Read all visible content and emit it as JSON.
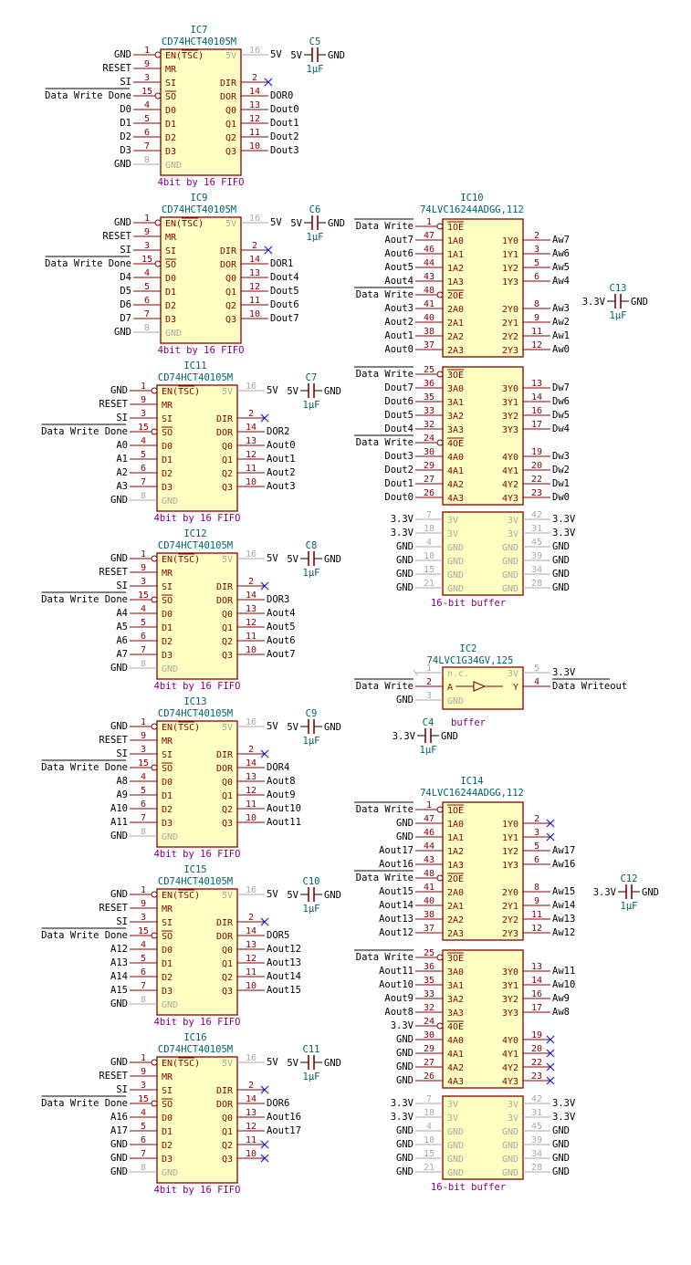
{
  "fifos": [
    {
      "ref": "IC7",
      "value": "CD74HCT40105M",
      "desc": "4bit by 16 FIFO",
      "pwr": "5V",
      "net": {
        "en": "GND",
        "mr": "RESET",
        "si": "SI",
        "so": "Data Write Done",
        "d0": "D0",
        "d1": "D1",
        "d2": "D2",
        "d3": "D3",
        "gnd": "GND",
        "dir": "",
        "dor": "DOR0",
        "q0": "Dout0",
        "q1": "Dout1",
        "q2": "Dout2",
        "q3": "Dout3"
      },
      "nc": [
        "dir"
      ],
      "cap": {
        "ref": "C5",
        "value": "1µF",
        "left": "5V",
        "right": "GND"
      }
    },
    {
      "ref": "IC9",
      "value": "CD74HCT40105M",
      "desc": "4bit by 16 FIFO",
      "pwr": "5V",
      "net": {
        "en": "GND",
        "mr": "RESET",
        "si": "SI",
        "so": "Data Write Done",
        "d0": "D4",
        "d1": "D5",
        "d2": "D6",
        "d3": "D7",
        "gnd": "GND",
        "dir": "",
        "dor": "DOR1",
        "q0": "Dout4",
        "q1": "Dout5",
        "q2": "Dout6",
        "q3": "Dout7"
      },
      "nc": [
        "dir"
      ],
      "cap": {
        "ref": "C6",
        "value": "1µF",
        "left": "5V",
        "right": "GND"
      }
    },
    {
      "ref": "IC11",
      "value": "CD74HCT40105M",
      "desc": "4bit by 16 FIFO",
      "pwr": "5V",
      "net": {
        "en": "GND",
        "mr": "RESET",
        "si": "SI",
        "so": "Data Write Done",
        "d0": "A0",
        "d1": "A1",
        "d2": "A2",
        "d3": "A3",
        "gnd": "GND",
        "dir": "",
        "dor": "DOR2",
        "q0": "Aout0",
        "q1": "Aout1",
        "q2": "Aout2",
        "q3": "Aout3"
      },
      "nc": [
        "dir"
      ],
      "cap": {
        "ref": "C7",
        "value": "1µF",
        "left": "5V",
        "right": "GND"
      }
    },
    {
      "ref": "IC12",
      "value": "CD74HCT40105M",
      "desc": "4bit by 16 FIFO",
      "pwr": "5V",
      "net": {
        "en": "GND",
        "mr": "RESET",
        "si": "SI",
        "so": "Data Write Done",
        "d0": "A4",
        "d1": "A5",
        "d2": "A6",
        "d3": "A7",
        "gnd": "GND",
        "dir": "",
        "dor": "DOR3",
        "q0": "Aout4",
        "q1": "Aout5",
        "q2": "Aout6",
        "q3": "Aout7"
      },
      "nc": [
        "dir"
      ],
      "cap": {
        "ref": "C8",
        "value": "1µF",
        "left": "5V",
        "right": "GND"
      }
    },
    {
      "ref": "IC13",
      "value": "CD74HCT40105M",
      "desc": "4bit by 16 FIFO",
      "pwr": "5V",
      "net": {
        "en": "GND",
        "mr": "RESET",
        "si": "SI",
        "so": "Data Write Done",
        "d0": "A8",
        "d1": "A9",
        "d2": "A10",
        "d3": "A11",
        "gnd": "GND",
        "dir": "",
        "dor": "DOR4",
        "q0": "Aout8",
        "q1": "Aout9",
        "q2": "Aout10",
        "q3": "Aout11"
      },
      "nc": [
        "dir"
      ],
      "cap": {
        "ref": "C9",
        "value": "1µF",
        "left": "5V",
        "right": "GND"
      }
    },
    {
      "ref": "IC15",
      "value": "CD74HCT40105M",
      "desc": "4bit by 16 FIFO",
      "pwr": "5V",
      "net": {
        "en": "GND",
        "mr": "RESET",
        "si": "SI",
        "so": "Data Write Done",
        "d0": "A12",
        "d1": "A13",
        "d2": "A14",
        "d3": "A15",
        "gnd": "GND",
        "dir": "",
        "dor": "DOR5",
        "q0": "Aout12",
        "q1": "Aout13",
        "q2": "Aout14",
        "q3": "Aout15"
      },
      "nc": [
        "dir"
      ],
      "cap": {
        "ref": "C10",
        "value": "1µF",
        "left": "5V",
        "right": "GND"
      }
    },
    {
      "ref": "IC16",
      "value": "CD74HCT40105M",
      "desc": "4bit by 16 FIFO",
      "pwr": "5V",
      "net": {
        "en": "GND",
        "mr": "RESET",
        "si": "SI",
        "so": "Data Write Done",
        "d0": "A16",
        "d1": "A17",
        "d2": "GND",
        "d3": "GND",
        "gnd": "GND",
        "dir": "",
        "dor": "DOR6",
        "q0": "Aout16",
        "q1": "Aout17",
        "q2": "",
        "q3": ""
      },
      "nc": [
        "dir",
        "q2",
        "q3"
      ],
      "cap": {
        "ref": "C11",
        "value": "1µF",
        "left": "5V",
        "right": "GND"
      }
    }
  ],
  "fifo_pins": {
    "left": [
      {
        "key": "en",
        "num": "1",
        "name": "EN(TSC)",
        "bar": "TSC",
        "bubble": true
      },
      {
        "key": "mr",
        "num": "9",
        "name": "MR"
      },
      {
        "key": "si",
        "num": "3",
        "name": "SI"
      },
      {
        "key": "so",
        "num": "15",
        "name": "SO",
        "bar": "SO",
        "bubble": true
      },
      {
        "key": "d0",
        "num": "4",
        "name": "D0"
      },
      {
        "key": "d1",
        "num": "5",
        "name": "D1"
      },
      {
        "key": "d2",
        "num": "6",
        "name": "D2"
      },
      {
        "key": "d3",
        "num": "7",
        "name": "D3"
      },
      {
        "key": "gnd",
        "num": "8",
        "name": "GND",
        "dim": true
      }
    ],
    "right": [
      {
        "key": "pwr",
        "num": "16",
        "name": "5V",
        "dim": true
      },
      {
        "key": "dir",
        "num": "2",
        "name": "DIR"
      },
      {
        "key": "dor",
        "num": "14",
        "name": "DOR"
      },
      {
        "key": "q0",
        "num": "13",
        "name": "Q0"
      },
      {
        "key": "q1",
        "num": "12",
        "name": "Q1"
      },
      {
        "key": "q2",
        "num": "11",
        "name": "Q2"
      },
      {
        "key": "q3",
        "num": "10",
        "name": "Q3"
      }
    ]
  },
  "buffers": [
    {
      "ref": "IC10",
      "value": "74LVC16244ADGG,112",
      "desc": "16-bit buffer",
      "units": [
        {
          "left": [
            {
              "num": "1",
              "name": "1OE",
              "bar": true,
              "bubble": true,
              "net": "Data Write",
              "ol": true
            },
            {
              "num": "47",
              "name": "1A0",
              "net": "Aout7"
            },
            {
              "num": "46",
              "name": "1A1",
              "net": "Aout6"
            },
            {
              "num": "44",
              "name": "1A2",
              "net": "Aout5"
            },
            {
              "num": "43",
              "name": "1A3",
              "net": "Aout4"
            },
            {
              "num": "48",
              "name": "2OE",
              "bar": true,
              "bubble": true,
              "net": "Data Write",
              "ol": true
            },
            {
              "num": "41",
              "name": "2A0",
              "net": "Aout3"
            },
            {
              "num": "40",
              "name": "2A1",
              "net": "Aout2"
            },
            {
              "num": "38",
              "name": "2A2",
              "net": "Aout1"
            },
            {
              "num": "37",
              "name": "2A3",
              "net": "Aout0"
            }
          ],
          "right": [
            null,
            {
              "num": "2",
              "name": "1Y0",
              "net": "Aw7"
            },
            {
              "num": "3",
              "name": "1Y1",
              "net": "Aw6"
            },
            {
              "num": "5",
              "name": "1Y2",
              "net": "Aw5"
            },
            {
              "num": "6",
              "name": "1Y3",
              "net": "Aw4"
            },
            null,
            {
              "num": "8",
              "name": "2Y0",
              "net": "Aw3"
            },
            {
              "num": "9",
              "name": "2Y1",
              "net": "Aw2"
            },
            {
              "num": "11",
              "name": "2Y2",
              "net": "Aw1"
            },
            {
              "num": "12",
              "name": "2Y3",
              "net": "Aw0"
            }
          ]
        },
        {
          "left": [
            {
              "num": "25",
              "name": "3OE",
              "bar": true,
              "bubble": true,
              "net": "Data Write",
              "ol": true
            },
            {
              "num": "36",
              "name": "3A0",
              "net": "Dout7"
            },
            {
              "num": "35",
              "name": "3A1",
              "net": "Dout6"
            },
            {
              "num": "33",
              "name": "3A2",
              "net": "Dout5"
            },
            {
              "num": "32",
              "name": "3A3",
              "net": "Dout4"
            },
            {
              "num": "24",
              "name": "4OE",
              "bar": true,
              "bubble": true,
              "net": "Data Write",
              "ol": true
            },
            {
              "num": "30",
              "name": "4A0",
              "net": "Dout3"
            },
            {
              "num": "29",
              "name": "4A1",
              "net": "Dout2"
            },
            {
              "num": "27",
              "name": "4A2",
              "net": "Dout1"
            },
            {
              "num": "26",
              "name": "4A3",
              "net": "Dout0"
            }
          ],
          "right": [
            null,
            {
              "num": "13",
              "name": "3Y0",
              "net": "Dw7"
            },
            {
              "num": "14",
              "name": "3Y1",
              "net": "Dw6"
            },
            {
              "num": "16",
              "name": "3Y2",
              "net": "Dw5"
            },
            {
              "num": "17",
              "name": "3Y3",
              "net": "Dw4"
            },
            null,
            {
              "num": "19",
              "name": "4Y0",
              "net": "Dw3"
            },
            {
              "num": "20",
              "name": "4Y1",
              "net": "Dw2"
            },
            {
              "num": "22",
              "name": "4Y2",
              "net": "Dw1"
            },
            {
              "num": "23",
              "name": "4Y3",
              "net": "Dw0"
            }
          ]
        },
        {
          "left": [
            {
              "num": "7",
              "name": "3V",
              "net": "3.3V"
            },
            {
              "num": "18",
              "name": "3V",
              "net": "3.3V"
            },
            {
              "num": "4",
              "name": "GND",
              "net": "GND"
            },
            {
              "num": "10",
              "name": "GND",
              "net": "GND"
            },
            {
              "num": "15",
              "name": "GND",
              "net": "GND"
            },
            {
              "num": "21",
              "name": "GND",
              "net": "GND"
            }
          ],
          "right": [
            {
              "num": "42",
              "name": "3V",
              "net": "3.3V"
            },
            {
              "num": "31",
              "name": "3V",
              "net": "3.3V"
            },
            {
              "num": "45",
              "name": "GND",
              "net": "GND"
            },
            {
              "num": "39",
              "name": "GND",
              "net": "GND"
            },
            {
              "num": "34",
              "name": "GND",
              "net": "GND"
            },
            {
              "num": "28",
              "name": "GND",
              "net": "GND"
            }
          ],
          "dim": true
        }
      ],
      "cap": {
        "ref": "C13",
        "value": "1µF",
        "left": "3.3V",
        "right": "GND"
      }
    },
    {
      "ref": "IC14",
      "value": "74LVC16244ADGG,112",
      "desc": "16-bit buffer",
      "units": [
        {
          "left": [
            {
              "num": "1",
              "name": "1OE",
              "bar": true,
              "bubble": true,
              "net": "Data Write",
              "ol": true
            },
            {
              "num": "47",
              "name": "1A0",
              "net": "GND"
            },
            {
              "num": "46",
              "name": "1A1",
              "net": "GND"
            },
            {
              "num": "44",
              "name": "1A2",
              "net": "Aout17"
            },
            {
              "num": "43",
              "name": "1A3",
              "net": "Aout16"
            },
            {
              "num": "48",
              "name": "2OE",
              "bar": true,
              "bubble": true,
              "net": "Data Write",
              "ol": true
            },
            {
              "num": "41",
              "name": "2A0",
              "net": "Aout15"
            },
            {
              "num": "40",
              "name": "2A1",
              "net": "Aout14"
            },
            {
              "num": "38",
              "name": "2A2",
              "net": "Aout13"
            },
            {
              "num": "37",
              "name": "2A3",
              "net": "Aout12"
            }
          ],
          "right": [
            null,
            {
              "num": "2",
              "name": "1Y0",
              "net": "",
              "nc": true
            },
            {
              "num": "3",
              "name": "1Y1",
              "net": "",
              "nc": true
            },
            {
              "num": "5",
              "name": "1Y2",
              "net": "Aw17"
            },
            {
              "num": "6",
              "name": "1Y3",
              "net": "Aw16"
            },
            null,
            {
              "num": "8",
              "name": "2Y0",
              "net": "Aw15"
            },
            {
              "num": "9",
              "name": "2Y1",
              "net": "Aw14"
            },
            {
              "num": "11",
              "name": "2Y2",
              "net": "Aw13"
            },
            {
              "num": "12",
              "name": "2Y3",
              "net": "Aw12"
            }
          ]
        },
        {
          "left": [
            {
              "num": "25",
              "name": "3OE",
              "bar": true,
              "bubble": true,
              "net": "Data Write",
              "ol": true
            },
            {
              "num": "36",
              "name": "3A0",
              "net": "Aout11"
            },
            {
              "num": "35",
              "name": "3A1",
              "net": "Aout10"
            },
            {
              "num": "33",
              "name": "3A2",
              "net": "Aout9"
            },
            {
              "num": "32",
              "name": "3A3",
              "net": "Aout8"
            },
            {
              "num": "24",
              "name": "4OE",
              "bar": true,
              "bubble": true,
              "net": "3.3V"
            },
            {
              "num": "30",
              "name": "4A0",
              "net": "GND"
            },
            {
              "num": "29",
              "name": "4A1",
              "net": "GND"
            },
            {
              "num": "27",
              "name": "4A2",
              "net": "GND"
            },
            {
              "num": "26",
              "name": "4A3",
              "net": "GND"
            }
          ],
          "right": [
            null,
            {
              "num": "13",
              "name": "3Y0",
              "net": "Aw11"
            },
            {
              "num": "14",
              "name": "3Y1",
              "net": "Aw10"
            },
            {
              "num": "16",
              "name": "3Y2",
              "net": "Aw9"
            },
            {
              "num": "17",
              "name": "3Y3",
              "net": "Aw8"
            },
            null,
            {
              "num": "19",
              "name": "4Y0",
              "net": "",
              "nc": true
            },
            {
              "num": "20",
              "name": "4Y1",
              "net": "",
              "nc": true
            },
            {
              "num": "22",
              "name": "4Y2",
              "net": "",
              "nc": true
            },
            {
              "num": "23",
              "name": "4Y3",
              "net": "",
              "nc": true
            }
          ]
        },
        {
          "left": [
            {
              "num": "7",
              "name": "3V",
              "net": "3.3V"
            },
            {
              "num": "18",
              "name": "3V",
              "net": "3.3V"
            },
            {
              "num": "4",
              "name": "GND",
              "net": "GND"
            },
            {
              "num": "10",
              "name": "GND",
              "net": "GND"
            },
            {
              "num": "15",
              "name": "GND",
              "net": "GND"
            },
            {
              "num": "21",
              "name": "GND",
              "net": "GND"
            }
          ],
          "right": [
            {
              "num": "42",
              "name": "3V",
              "net": "3.3V"
            },
            {
              "num": "31",
              "name": "3V",
              "net": "3.3V"
            },
            {
              "num": "45",
              "name": "GND",
              "net": "GND"
            },
            {
              "num": "39",
              "name": "GND",
              "net": "GND"
            },
            {
              "num": "34",
              "name": "GND",
              "net": "GND"
            },
            {
              "num": "28",
              "name": "GND",
              "net": "GND"
            }
          ],
          "dim": true
        }
      ],
      "cap": {
        "ref": "C12",
        "value": "1µF",
        "left": "3.3V",
        "right": "GND"
      }
    }
  ],
  "gate": {
    "ref": "IC2",
    "value": "74LVC1G34GV,125",
    "desc": "buffer",
    "left": [
      {
        "num": "1",
        "name": "n.c.",
        "net": "",
        "dim": true
      },
      {
        "num": "2",
        "name": "A",
        "net": "Data Write",
        "ol": true
      },
      {
        "num": "3",
        "name": "GND",
        "net": "GND",
        "dim": true
      }
    ],
    "right": [
      {
        "num": "5",
        "name": "3V",
        "net": "3.3V",
        "dim": true
      },
      {
        "num": "4",
        "name": "Y",
        "net": "Data Writeout"
      }
    ],
    "cap": {
      "ref": "C4",
      "value": "1µF",
      "left": "3.3V",
      "right": "GND"
    }
  },
  "colors": {
    "body_fill": "#ffffc2",
    "pin": "#840000",
    "ref": "#006464",
    "desc": "#840084",
    "no_connect": "#1a1ad8",
    "wire": "#000000"
  }
}
